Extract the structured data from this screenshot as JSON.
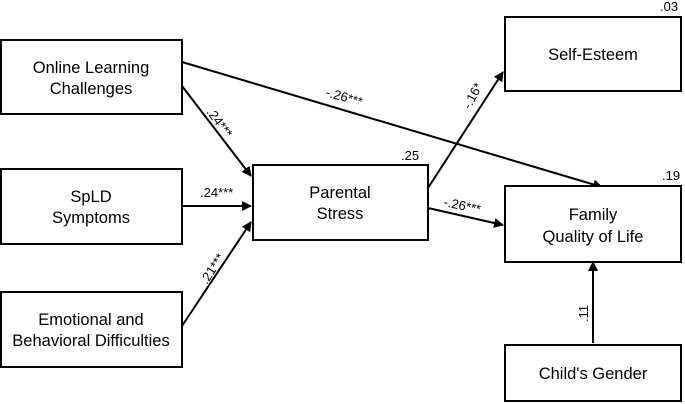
{
  "nodes": {
    "online": {
      "line1": "Online Learning",
      "line2": "Challenges"
    },
    "spld": {
      "line1": "SpLD",
      "line2": "Symptoms"
    },
    "emotional": {
      "line1": "Emotional and",
      "line2": "Behavioral Difficulties"
    },
    "stress": {
      "line1": "Parental",
      "line2": "Stress",
      "r2": ".25"
    },
    "selfesteem": {
      "label": "Self-Esteem",
      "r2": ".03"
    },
    "family": {
      "line1": "Family",
      "line2": "Quality of Life",
      "r2": ".19"
    },
    "gender": {
      "label": "Child's Gender"
    }
  },
  "paths": {
    "online_to_stress": ".24***",
    "spld_to_stress": ".24***",
    "emotional_to_stress": ".21***",
    "online_to_family": "-.26***",
    "stress_to_selfesteem": "-.16*",
    "stress_to_family": "-.26***",
    "gender_to_family": ".11"
  }
}
